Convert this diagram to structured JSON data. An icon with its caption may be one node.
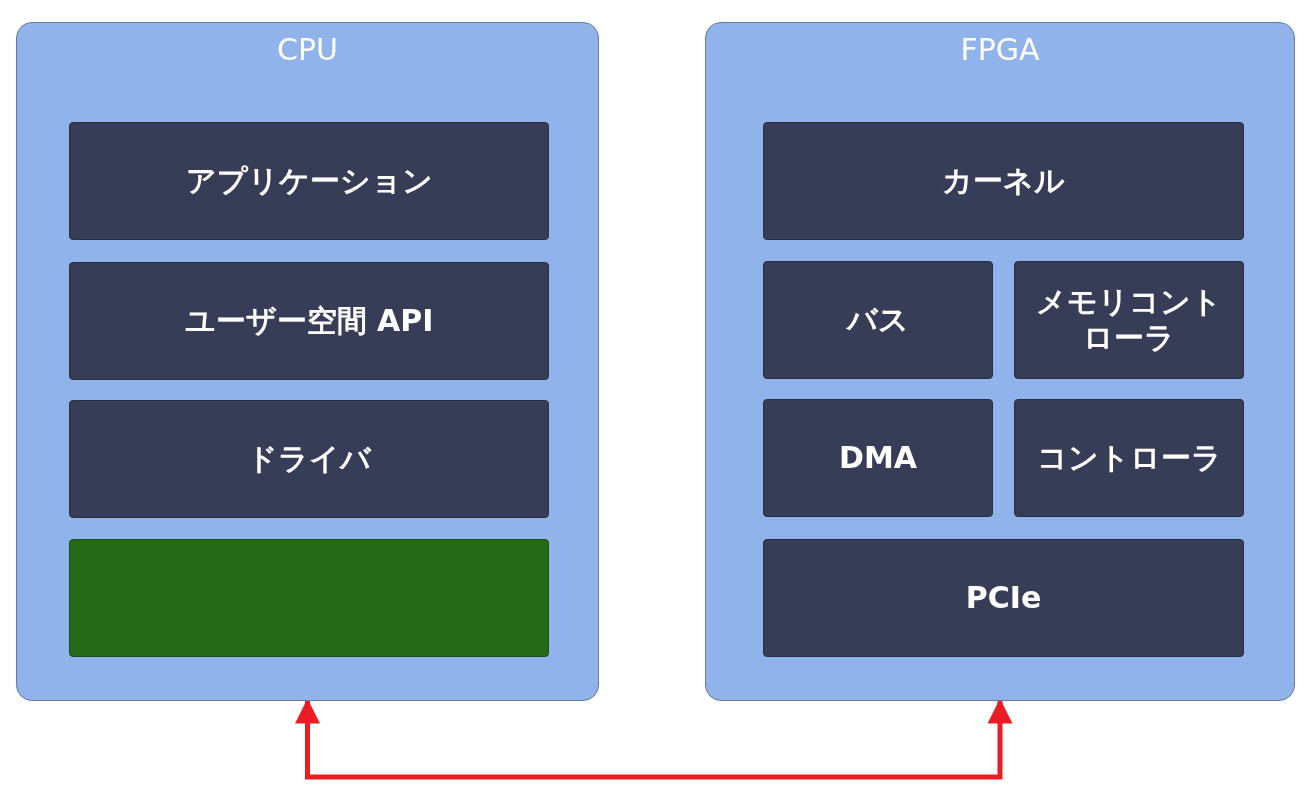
{
  "diagram": {
    "nodes": [
      {
        "text": [
          "CPU"
        ]
      },
      {
        "text": [
          "アプリケーション"
        ],
        "in": 0
      },
      {
        "text": [
          "ユーザー空間 API"
        ],
        "in": 0
      },
      {
        "text": [
          "ドライバ"
        ],
        "in": 0
      },
      {
        "text": [],
        "shape": "box",
        "in": 0
      },
      {
        "text": [
          "FPGA"
        ]
      },
      {
        "text": [
          "カーネル"
        ],
        "in": 5
      },
      {
        "text": [
          "バス"
        ],
        "in": 5
      },
      {
        "text": [
          "メモリコントローラ"
        ],
        "in": 5
      },
      {
        "text": [
          "DMA"
        ],
        "in": 5
      },
      {
        "text": [
          "コントローラ"
        ],
        "in": 5
      },
      {
        "text": [
          "PCIe"
        ],
        "in": 5
      }
    ],
    "edges": [
      {
        "from": 0,
        "to": 5,
        "arrow": "both",
        "color": "#ed1c24"
      }
    ]
  }
}
